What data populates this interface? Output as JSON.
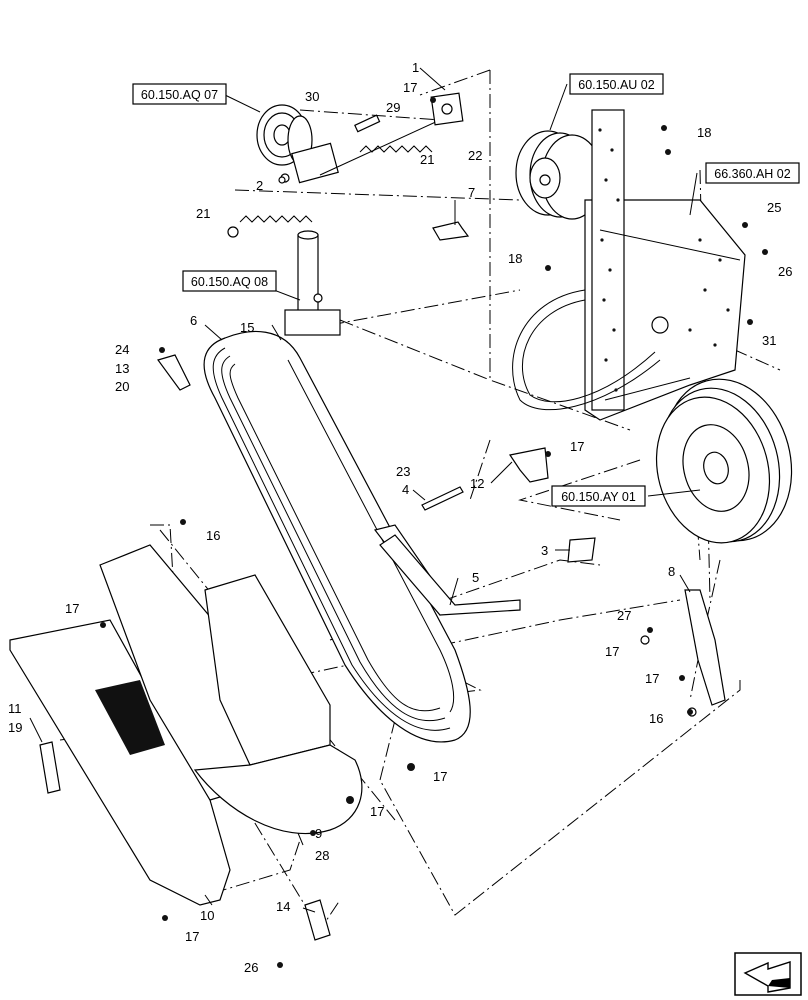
{
  "references": [
    {
      "id": "ref-60150aq07",
      "text": "60.150.AQ 07"
    },
    {
      "id": "ref-60150aq08",
      "text": "60.150.AQ 08"
    },
    {
      "id": "ref-60150au02",
      "text": "60.150.AU 02"
    },
    {
      "id": "ref-66360ah02",
      "text": "66.360.AH 02"
    },
    {
      "id": "ref-60150ay01",
      "text": "60.150.AY 01"
    }
  ],
  "callouts": {
    "c1": "1",
    "c2": "2",
    "c3": "3",
    "c4": "4",
    "c5": "5",
    "c6": "6",
    "c7": "7",
    "c8": "8",
    "c9": "9",
    "c10": "10",
    "c11": "11",
    "c12": "12",
    "c13": "13",
    "c14": "14",
    "c15": "15",
    "c16a": "16",
    "c16b": "16",
    "c17a": "17",
    "c17b": "17",
    "c17c": "17",
    "c17d": "17",
    "c17e": "17",
    "c17f": "17",
    "c17g": "17",
    "c17h": "17",
    "c18a": "18",
    "c18b": "18",
    "c19": "19",
    "c20": "20",
    "c21a": "21",
    "c21b": "21",
    "c22": "22",
    "c23": "23",
    "c24": "24",
    "c25": "25",
    "c26a": "26",
    "c26b": "26",
    "c27": "27",
    "c28": "28",
    "c29": "29",
    "c30": "30",
    "c31": "31"
  },
  "icons": [
    "navigation-arrow-icon"
  ]
}
